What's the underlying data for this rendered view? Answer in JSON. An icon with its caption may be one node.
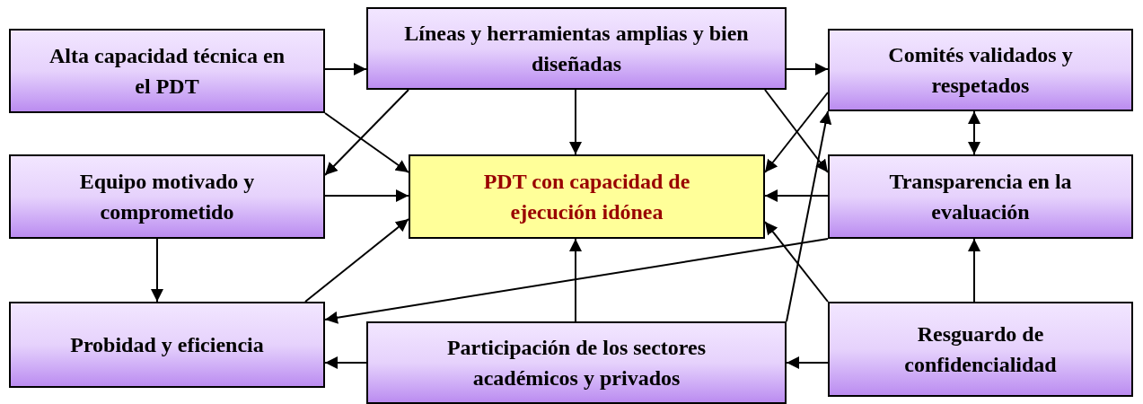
{
  "diagram": {
    "nodes": [
      {
        "text": [
          "Alta capacidad técnica en el PDT"
        ]
      },
      {
        "text": [
          "Líneas y herramientas amplias y bien diseñadas"
        ]
      },
      {
        "text": [
          "Comités validados y respetados"
        ]
      },
      {
        "text": [
          "Equipo motivado y comprometido"
        ]
      },
      {
        "text": [
          "PDT con capacidad de ejecución idónea"
        ]
      },
      {
        "text": [
          "Transparencia  en la evaluación"
        ]
      },
      {
        "text": [
          "Probidad y eficiencia"
        ]
      },
      {
        "text": [
          "Participación de los sectores académicos y privados"
        ]
      },
      {
        "text": [
          "Resguardo de confidencialidad"
        ]
      }
    ],
    "edges": [
      {
        "from": 0,
        "to": 1,
        "arrow": "to"
      },
      {
        "from": 1,
        "to": 2,
        "arrow": "to"
      },
      {
        "from": 0,
        "to": 4,
        "arrow": "to"
      },
      {
        "from": 1,
        "to": 3,
        "arrow": "to"
      },
      {
        "from": 1,
        "to": 4,
        "arrow": "to"
      },
      {
        "from": 1,
        "to": 5,
        "arrow": "to"
      },
      {
        "from": 2,
        "to": 4,
        "arrow": "to"
      },
      {
        "from": 2,
        "to": 5,
        "arrow": "both"
      },
      {
        "from": 5,
        "to": 4,
        "arrow": "to"
      },
      {
        "from": 3,
        "to": 4,
        "arrow": "to"
      },
      {
        "from": 3,
        "to": 6,
        "arrow": "to"
      },
      {
        "from": 6,
        "to": 4,
        "arrow": "to"
      },
      {
        "from": 5,
        "to": 6,
        "arrow": "to"
      },
      {
        "from": 7,
        "to": 4,
        "arrow": "to"
      },
      {
        "from": 7,
        "to": 2,
        "arrow": "to"
      },
      {
        "from": 8,
        "to": 4,
        "arrow": "to"
      },
      {
        "from": 8,
        "to": 5,
        "arrow": "to"
      },
      {
        "from": 8,
        "to": 7,
        "arrow": "to"
      },
      {
        "from": 7,
        "to": 6,
        "arrow": "to"
      }
    ]
  }
}
